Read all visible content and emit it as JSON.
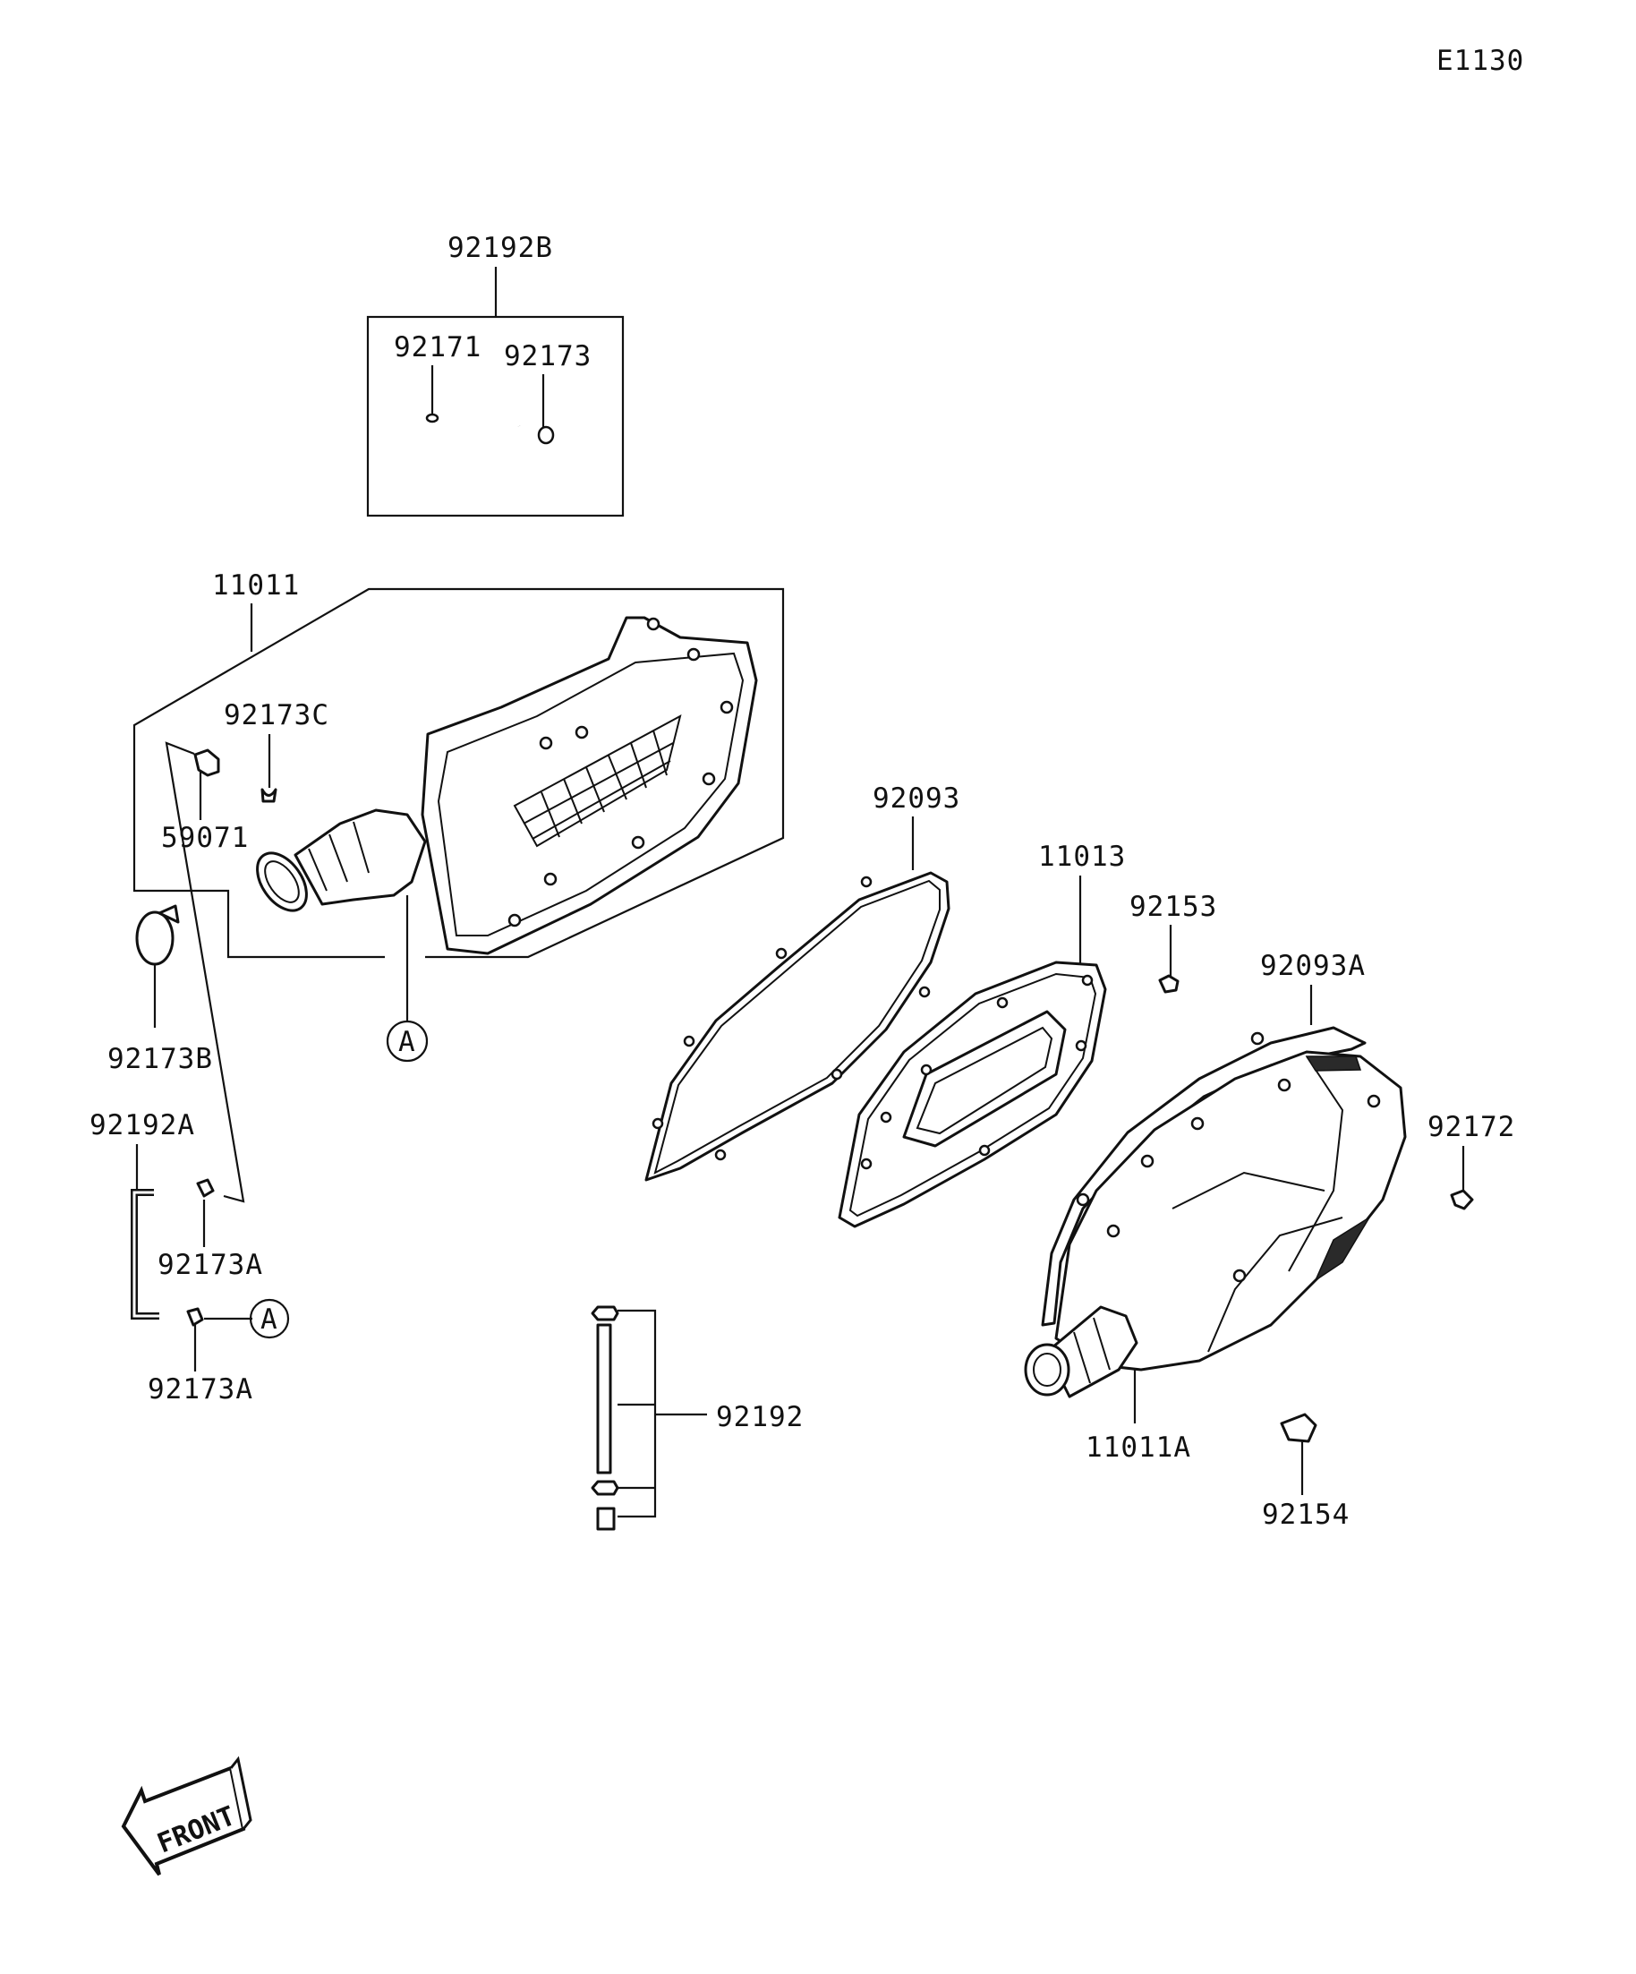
{
  "diagram_code": "E1130",
  "callouts": {
    "c_92192B": "92192B",
    "c_92171": "92171",
    "c_92173": "92173",
    "c_11011": "11011",
    "c_92173C": "92173C",
    "c_59071": "59071",
    "c_92173B": "92173B",
    "c_92192A": "92192A",
    "c_92173A_1": "92173A",
    "c_92173A_2": "92173A",
    "c_92093": "92093",
    "c_11013": "11013",
    "c_92153": "92153",
    "c_92093A": "92093A",
    "c_92172": "92172",
    "c_92192": "92192",
    "c_11011A": "11011A",
    "c_92154": "92154"
  },
  "reference_markers": {
    "ref_a_1": "A",
    "ref_a_2": "A"
  },
  "front_arrow": "FRONT"
}
